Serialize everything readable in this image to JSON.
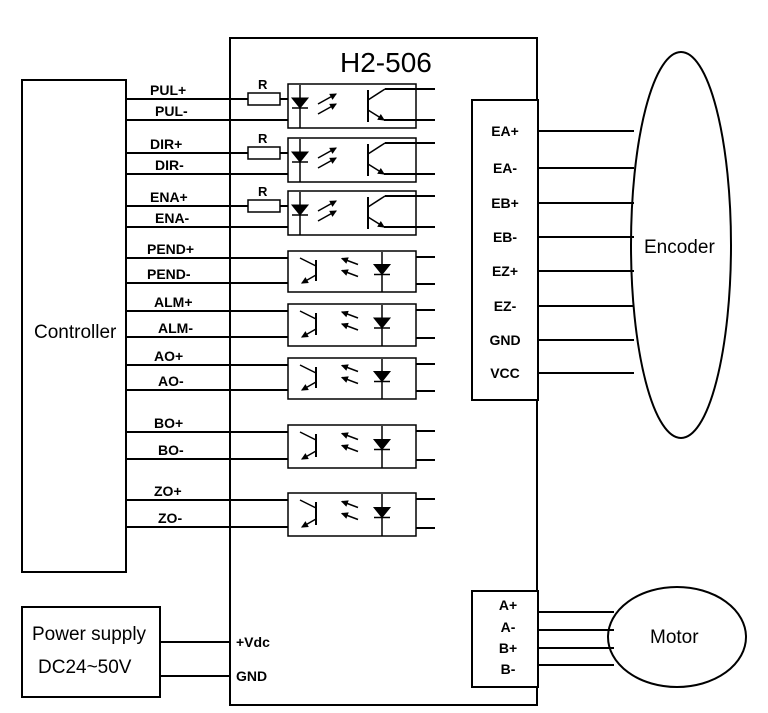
{
  "driver": {
    "title": "H2-506"
  },
  "controller": {
    "label": "Controller"
  },
  "encoder": {
    "label": "Encoder"
  },
  "motor": {
    "label": "Motor"
  },
  "power_supply": {
    "line1": "Power supply",
    "line2": "DC24~50V"
  },
  "inputs": [
    {
      "pos": "PUL+",
      "neg": "PUL-",
      "resistor": "R"
    },
    {
      "pos": "DIR+",
      "neg": "DIR-",
      "resistor": "R"
    },
    {
      "pos": "ENA+",
      "neg": "ENA-",
      "resistor": "R"
    }
  ],
  "outputs": [
    {
      "pos": "PEND+",
      "neg": "PEND-"
    },
    {
      "pos": "ALM+",
      "neg": "ALM-"
    },
    {
      "pos": "AO+",
      "neg": "AO-"
    },
    {
      "pos": "BO+",
      "neg": "BO-"
    },
    {
      "pos": "ZO+",
      "neg": "ZO-"
    }
  ],
  "encoder_terminals": [
    "EA+",
    "EA-",
    "EB+",
    "EB-",
    "EZ+",
    "EZ-",
    "GND",
    "VCC"
  ],
  "motor_terminals": [
    "A+",
    "A-",
    "B+",
    "B-"
  ],
  "power_terminals": [
    "+Vdc",
    "GND"
  ]
}
